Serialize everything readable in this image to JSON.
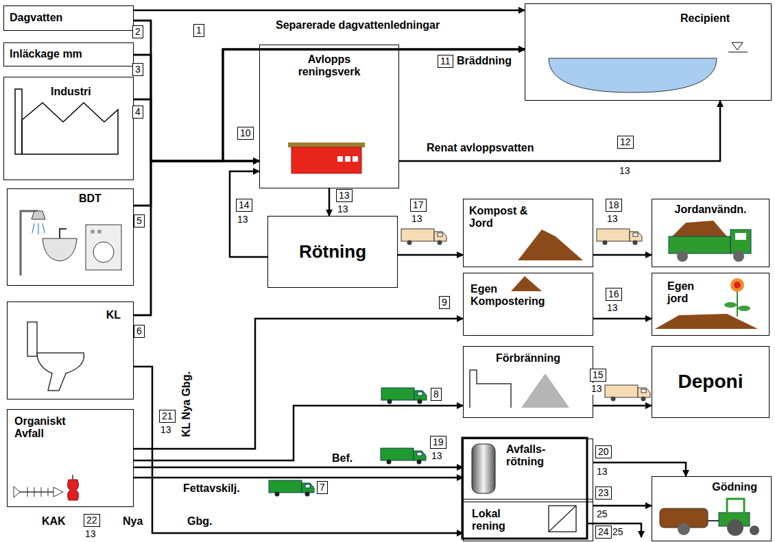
{
  "diagram": {
    "nodes": [
      {
        "text": [
          "Dagvatten"
        ]
      },
      {
        "text": [
          "Inläckage mm"
        ]
      },
      {
        "text": [
          "Industri"
        ]
      },
      {
        "text": [
          "BDT"
        ]
      },
      {
        "text": [
          "KL"
        ]
      },
      {
        "text": [
          "Organiskt Avfall"
        ]
      },
      {
        "text": [
          "Recipient"
        ]
      },
      {
        "text": [
          "Avlopps reningsverk"
        ]
      },
      {
        "text": [
          "Rötning"
        ]
      },
      {
        "text": [
          "Kompost & Jord"
        ]
      },
      {
        "text": [
          "Jordanvändn."
        ]
      },
      {
        "text": [
          "Egen Kompostering"
        ]
      },
      {
        "text": [
          "Egen jord"
        ]
      },
      {
        "text": [
          "Förbränning"
        ]
      },
      {
        "text": [
          "Deponi"
        ]
      },
      {
        "text": [
          "Avfalls- rötning"
        ]
      },
      {
        "text": [
          "Lokal rening"
        ]
      },
      {
        "text": [
          "Gödning"
        ]
      }
    ],
    "edges": [
      {
        "from": 0,
        "to": 6,
        "arrow": "to",
        "label": "Separerade dagvattenledningar"
      },
      {
        "from": 0,
        "to": 7,
        "arrow": "to"
      },
      {
        "from": 1,
        "to": 7,
        "arrow": "to"
      },
      {
        "from": 2,
        "to": 7,
        "arrow": "to"
      },
      {
        "from": 3,
        "to": 7,
        "arrow": "to"
      },
      {
        "from": 4,
        "to": 7,
        "arrow": "to"
      },
      {
        "from": 0,
        "to": 6,
        "arrow": "to",
        "label": "Bräddning"
      },
      {
        "from": 1,
        "to": 6,
        "arrow": "to"
      },
      {
        "from": 2,
        "to": 6,
        "arrow": "to"
      },
      {
        "from": 3,
        "to": 6,
        "arrow": "to"
      },
      {
        "from": 4,
        "to": 6,
        "arrow": "to"
      },
      {
        "from": 7,
        "to": 6,
        "arrow": "to",
        "label": "Renat avloppsvatten"
      },
      {
        "from": 7,
        "to": 8,
        "arrow": "to"
      },
      {
        "from": 8,
        "to": 7,
        "arrow": "to"
      },
      {
        "from": 8,
        "to": 9,
        "arrow": "to"
      },
      {
        "from": 9,
        "to": 10,
        "arrow": "to"
      },
      {
        "from": 5,
        "to": 11,
        "arrow": "to"
      },
      {
        "from": 11,
        "to": 12,
        "arrow": "to"
      },
      {
        "from": 5,
        "to": 13,
        "arrow": "to"
      },
      {
        "from": 13,
        "to": 14,
        "arrow": "to"
      },
      {
        "from": 5,
        "to": 15,
        "arrow": "to",
        "label": "Bef."
      },
      {
        "from": 5,
        "to": 15,
        "arrow": "to",
        "label": "Fettavskilj."
      },
      {
        "from": 4,
        "to": 16,
        "arrow": "to"
      },
      {
        "from": 15,
        "to": 17,
        "arrow": "to"
      },
      {
        "from": 16,
        "to": 17,
        "arrow": "to"
      }
    ],
    "labels": [
      "1",
      "2",
      "3",
      "4",
      "5",
      "6",
      "11",
      "10",
      "12",
      "13",
      "14",
      "13",
      "13",
      "13",
      "17",
      "13",
      "18",
      "13",
      "9",
      "16",
      "13",
      "8",
      "15",
      "13",
      "21",
      "13",
      "19",
      "13",
      "20",
      "13",
      "7",
      "23",
      "25",
      "24",
      "25",
      "22",
      "13",
      "KAK",
      "Nya",
      "Gbg.",
      "KL Nya Gbg."
    ]
  }
}
